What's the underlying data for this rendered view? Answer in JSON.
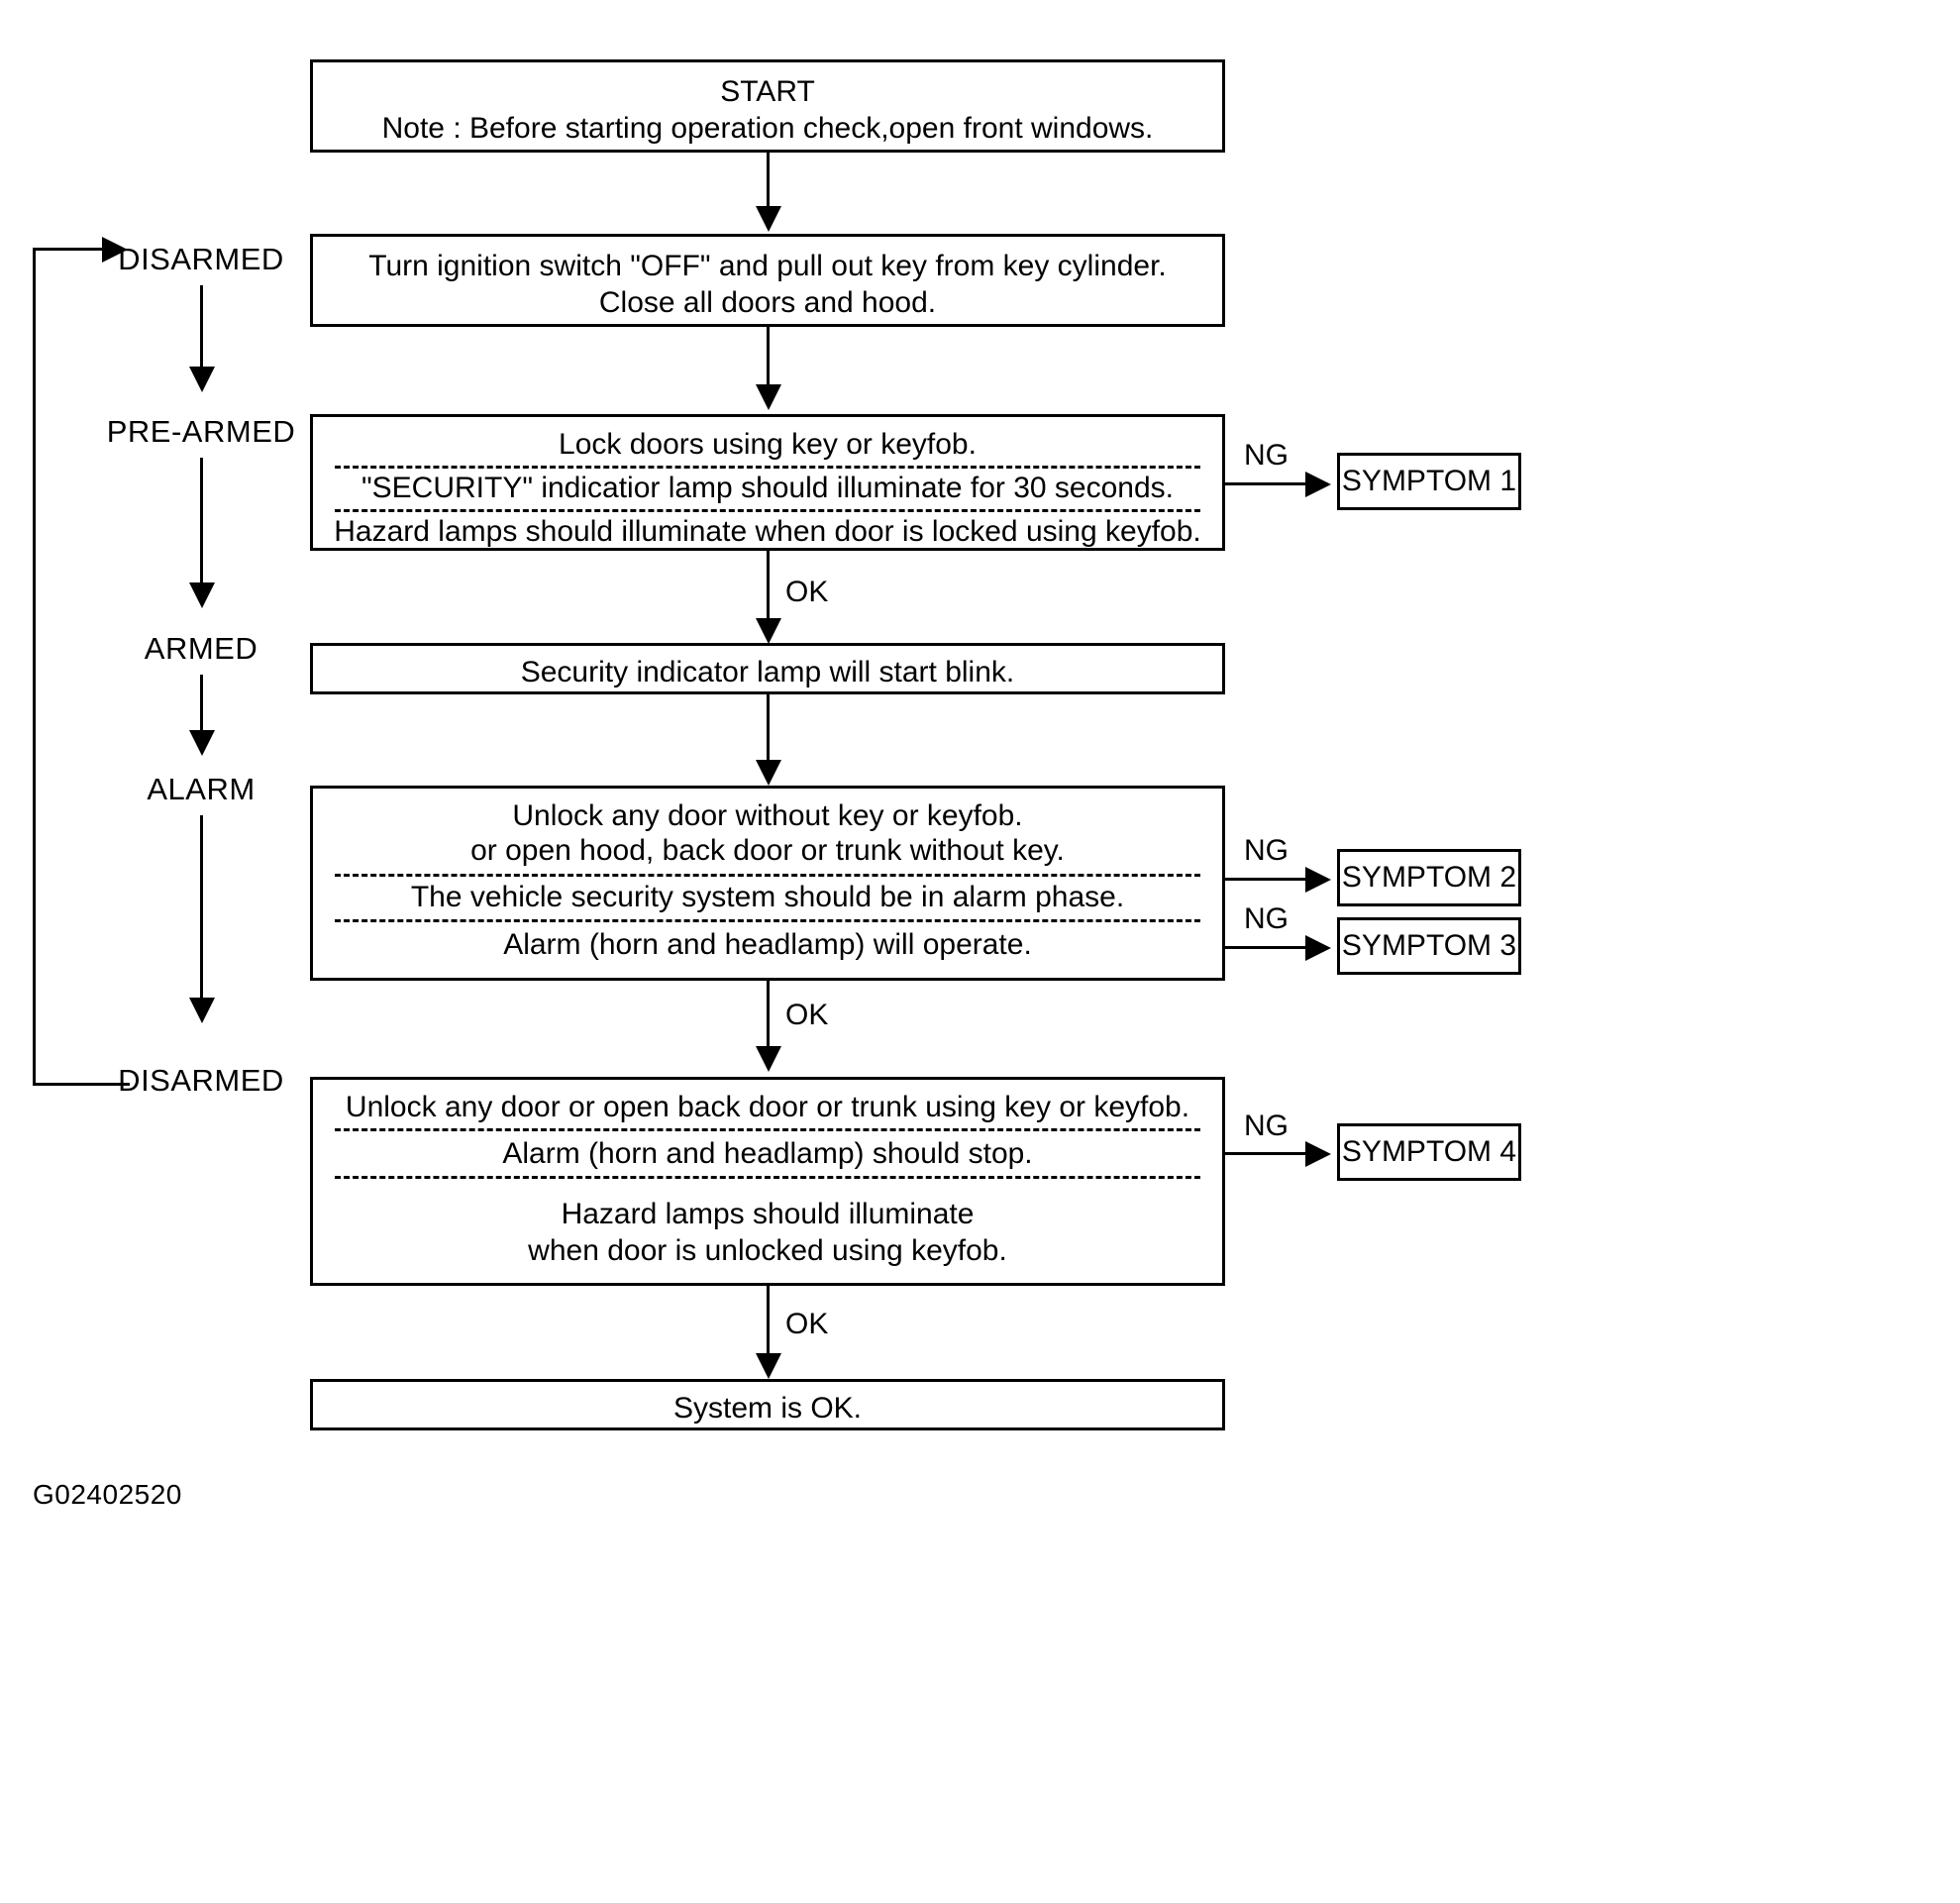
{
  "figure": {
    "id": "G02402520",
    "type": "vehicle-security-system-operation-check-flowchart"
  },
  "states": [
    {
      "label": "DISARMED"
    },
    {
      "label": "PRE-ARMED"
    },
    {
      "label": "ARMED"
    },
    {
      "label": "ALARM"
    },
    {
      "label": "DISARMED"
    }
  ],
  "steps": {
    "start": {
      "line1": "START",
      "line2": "Note : Before starting operation check,open front windows."
    },
    "step2": {
      "line1": "Turn ignition switch \"OFF\" and pull out key from key cylinder.",
      "line2": "Close all doors and hood."
    },
    "step3": {
      "line1": "Lock doors using key or keyfob.",
      "line2": "\"SECURITY\" indicatior lamp should illuminate for 30 seconds.",
      "line3": "Hazard lamps should illuminate when door is locked using keyfob."
    },
    "step4": {
      "line1": "Security indicator lamp will start blink."
    },
    "step5": {
      "line1a": "Unlock any door without key or keyfob.",
      "line1b": "or open hood, back door or trunk without key.",
      "line2": "The vehicle security system should be in alarm phase.",
      "line3": "Alarm (horn and headlamp) will operate."
    },
    "step6": {
      "line1": "Unlock any door or open back door or trunk using key or keyfob.",
      "line2": "Alarm (horn and headlamp) should stop.",
      "line3a": "Hazard lamps should illuminate",
      "line3b": "when door is unlocked using keyfob."
    },
    "end": {
      "line1": "System is OK."
    }
  },
  "symptoms": [
    {
      "label": "SYMPTOM 1"
    },
    {
      "label": "SYMPTOM 2"
    },
    {
      "label": "SYMPTOM 3"
    },
    {
      "label": "SYMPTOM 4"
    }
  ],
  "edge_labels": {
    "ng": "NG",
    "ok": "OK"
  },
  "colors": {
    "stroke": "#000000",
    "background": "#ffffff"
  }
}
